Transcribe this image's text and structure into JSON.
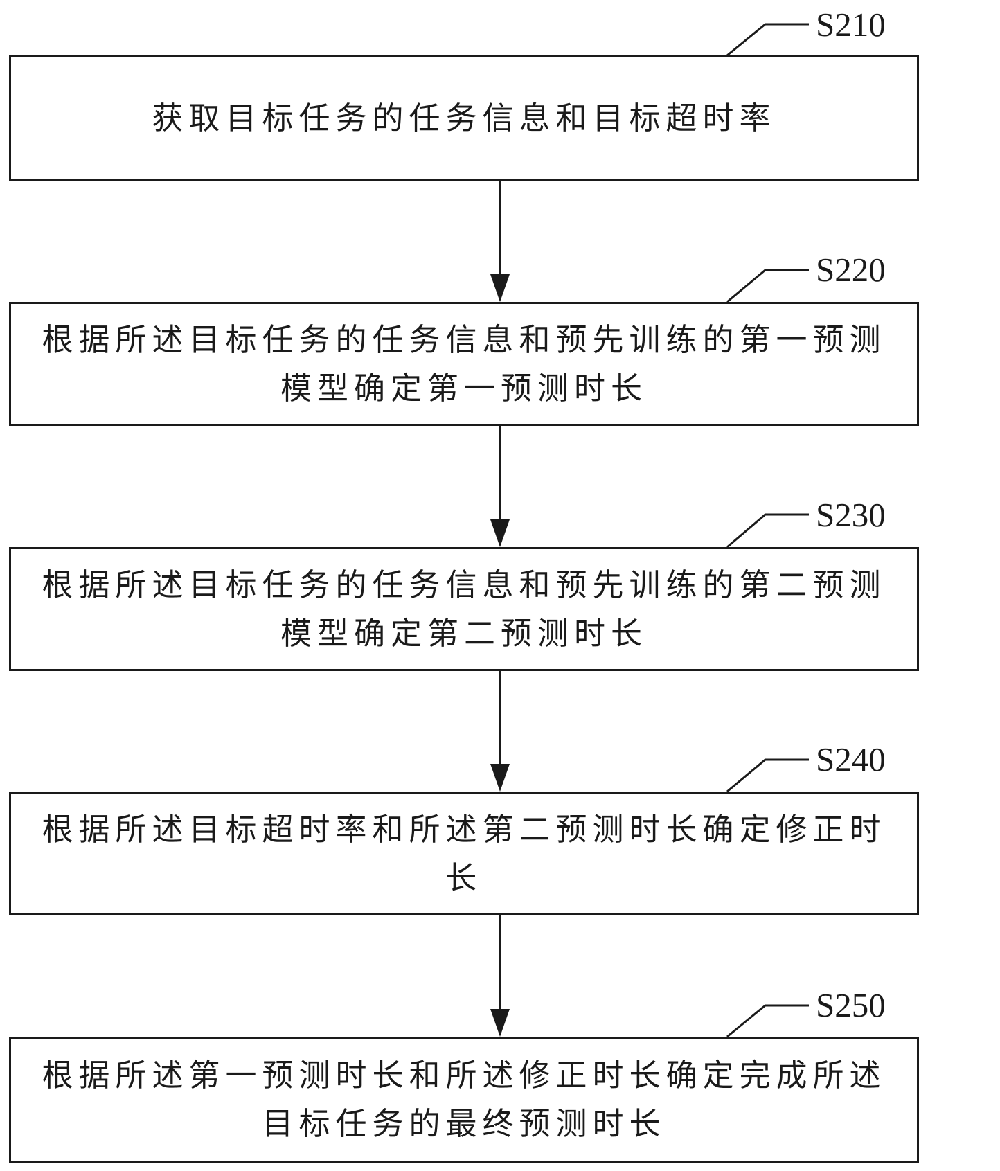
{
  "steps": [
    {
      "id": "S210",
      "text": "获取目标任务的任务信息和目标超时率"
    },
    {
      "id": "S220",
      "text": "根据所述目标任务的任务信息和预先训练的第一预测模型确定第一预测时长"
    },
    {
      "id": "S230",
      "text": "根据所述目标任务的任务信息和预先训练的第二预测模型确定第二预测时长"
    },
    {
      "id": "S240",
      "text": "根据所述目标超时率和所述第二预测时长确定修正时长"
    },
    {
      "id": "S250",
      "text": "根据所述第一预测时长和所述修正时长确定完成所述目标任务的最终预测时长"
    }
  ]
}
